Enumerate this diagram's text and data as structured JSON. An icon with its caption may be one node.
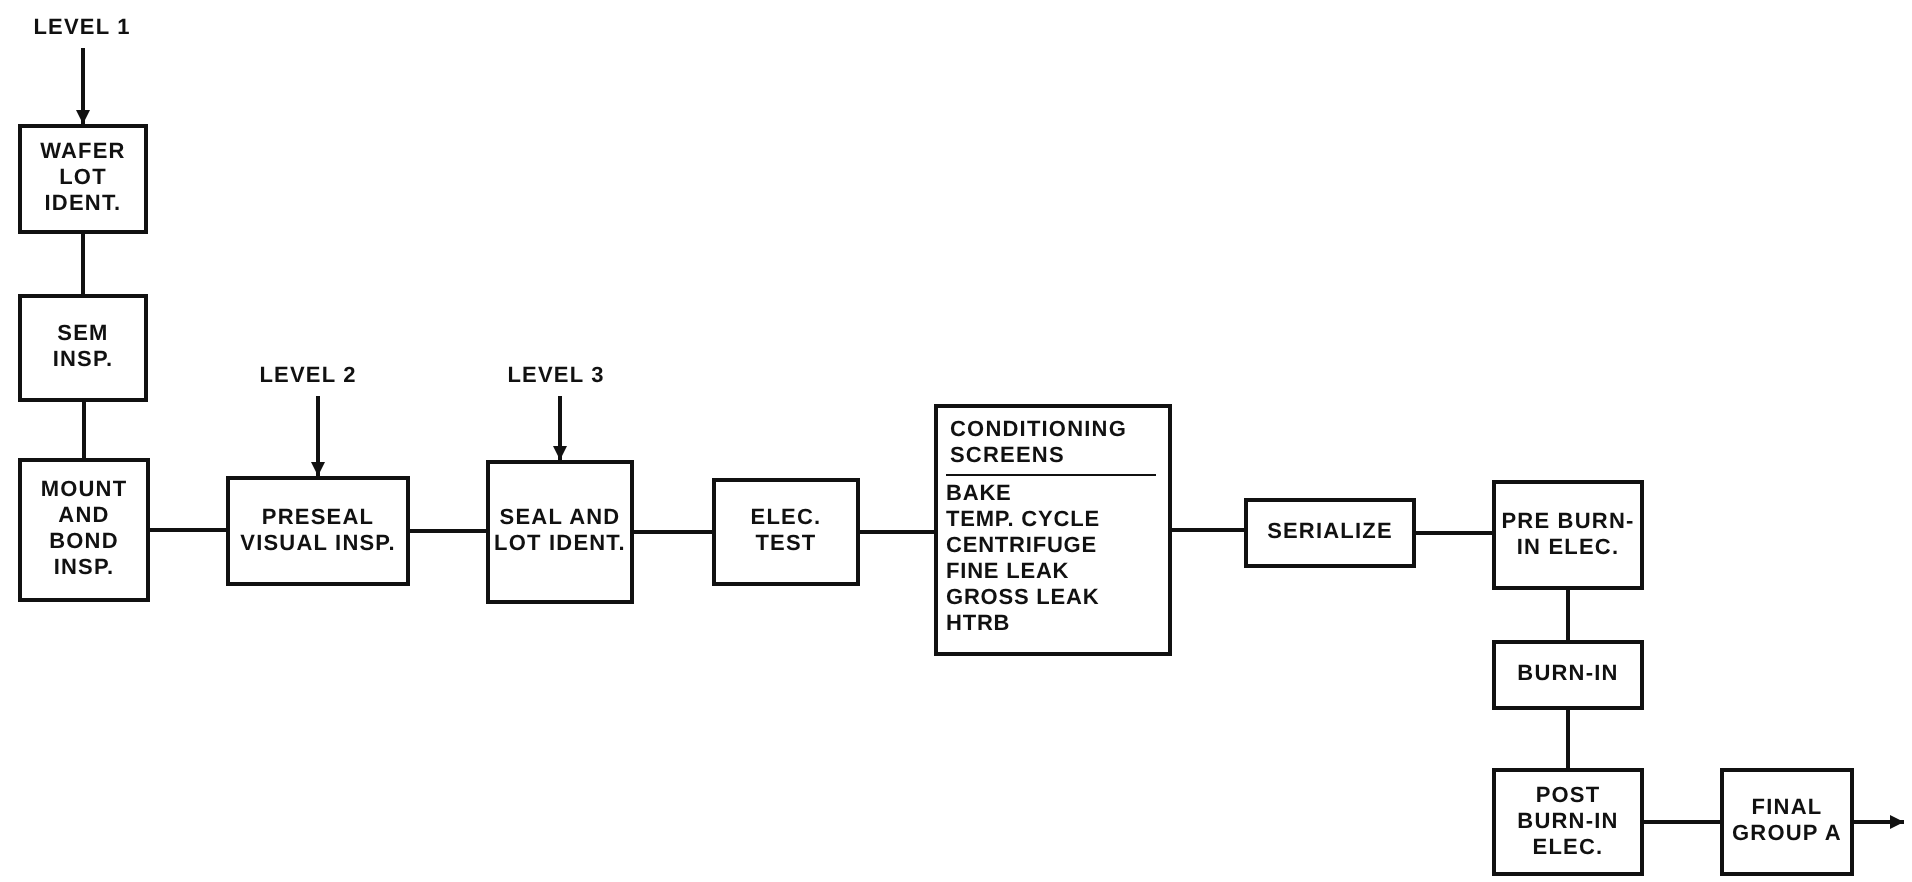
{
  "diagram": {
    "nodes": [
      {
        "text": [
          "LEVEL 1"
        ]
      },
      {
        "text": [
          "WAFER LOT IDENT."
        ]
      },
      {
        "text": [
          "SEM INSP."
        ]
      },
      {
        "text": [
          "MOUNT AND BOND INSP."
        ]
      },
      {
        "text": [
          "LEVEL 2"
        ]
      },
      {
        "text": [
          "PRESEAL VISUAL INSP."
        ]
      },
      {
        "text": [
          "LEVEL 3"
        ]
      },
      {
        "text": [
          "SEAL AND LOT IDENT."
        ]
      },
      {
        "text": [
          "ELEC. TEST"
        ]
      },
      {
        "text": [
          "CONDITIONING SCREENS",
          "BAKE",
          "TEMP. CYCLE",
          "CENTRIFUGE",
          "FINE LEAK",
          "GROSS LEAK",
          "HTRB"
        ]
      },
      {
        "text": [
          "SERIALIZE"
        ]
      },
      {
        "text": [
          "PRE BURN-IN ELEC."
        ]
      },
      {
        "text": [
          "BURN-IN"
        ]
      },
      {
        "text": [
          "POST BURN-IN ELEC."
        ]
      },
      {
        "text": [
          "FINAL GROUP A"
        ]
      }
    ],
    "edges": [
      {
        "from": 0,
        "to": 1,
        "arrow": "to"
      },
      {
        "from": 1,
        "to": 2,
        "arrow": "none"
      },
      {
        "from": 2,
        "to": 3,
        "arrow": "none"
      },
      {
        "from": 3,
        "to": 5,
        "arrow": "none"
      },
      {
        "from": 4,
        "to": 5,
        "arrow": "to"
      },
      {
        "from": 5,
        "to": 7,
        "arrow": "none"
      },
      {
        "from": 6,
        "to": 7,
        "arrow": "to"
      },
      {
        "from": 7,
        "to": 8,
        "arrow": "none"
      },
      {
        "from": 8,
        "to": 9,
        "arrow": "none"
      },
      {
        "from": 9,
        "to": 10,
        "arrow": "none"
      },
      {
        "from": 10,
        "to": 11,
        "arrow": "none"
      },
      {
        "from": 11,
        "to": 12,
        "arrow": "none"
      },
      {
        "from": 12,
        "to": 13,
        "arrow": "none"
      },
      {
        "from": 13,
        "to": 14,
        "arrow": "none"
      },
      {
        "from": 14,
        "to": null,
        "arrow": "to"
      }
    ]
  }
}
